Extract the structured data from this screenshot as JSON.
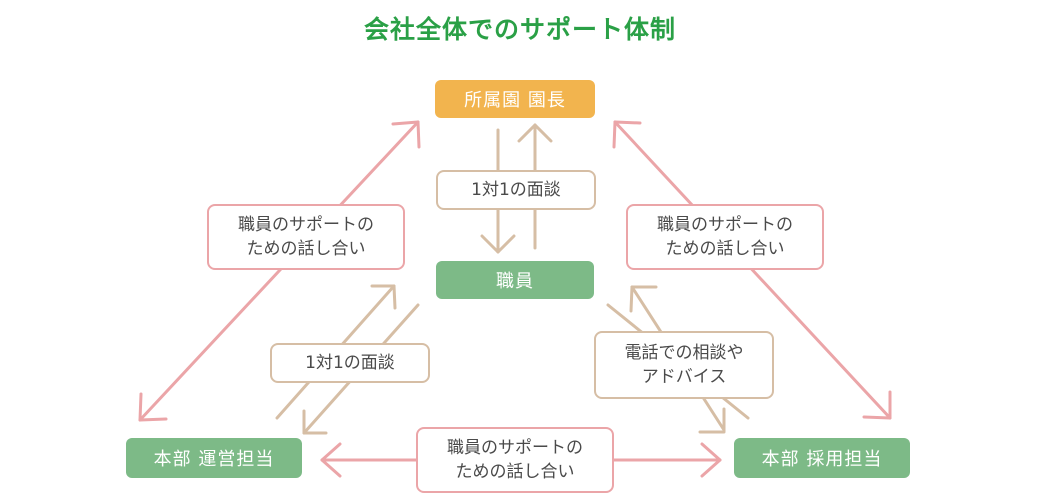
{
  "title": "会社全体でのサポート体制",
  "colors": {
    "title": "#2aa046",
    "principal": "#f2b44e",
    "staff": "#7dba87",
    "hq": "#7dba87",
    "pink_line": "#eba5a8",
    "beige_line": "#d6bea5",
    "text": "#4a4a4a"
  },
  "nodes": {
    "principal": "所属園 園長",
    "staff": "職員",
    "hq_operations": "本部 運営担当",
    "hq_recruiting": "本部 採用担当"
  },
  "labels": {
    "principal_staff": "1対1の面談",
    "principal_ops": [
      "職員のサポートの",
      "ための話し合い"
    ],
    "principal_recruit": [
      "職員のサポートの",
      "ための話し合い"
    ],
    "staff_ops": "1対1の面談",
    "staff_recruit": [
      "電話での相談や",
      "アドバイス"
    ],
    "ops_recruit": [
      "職員のサポートの",
      "ための話し合い"
    ]
  }
}
